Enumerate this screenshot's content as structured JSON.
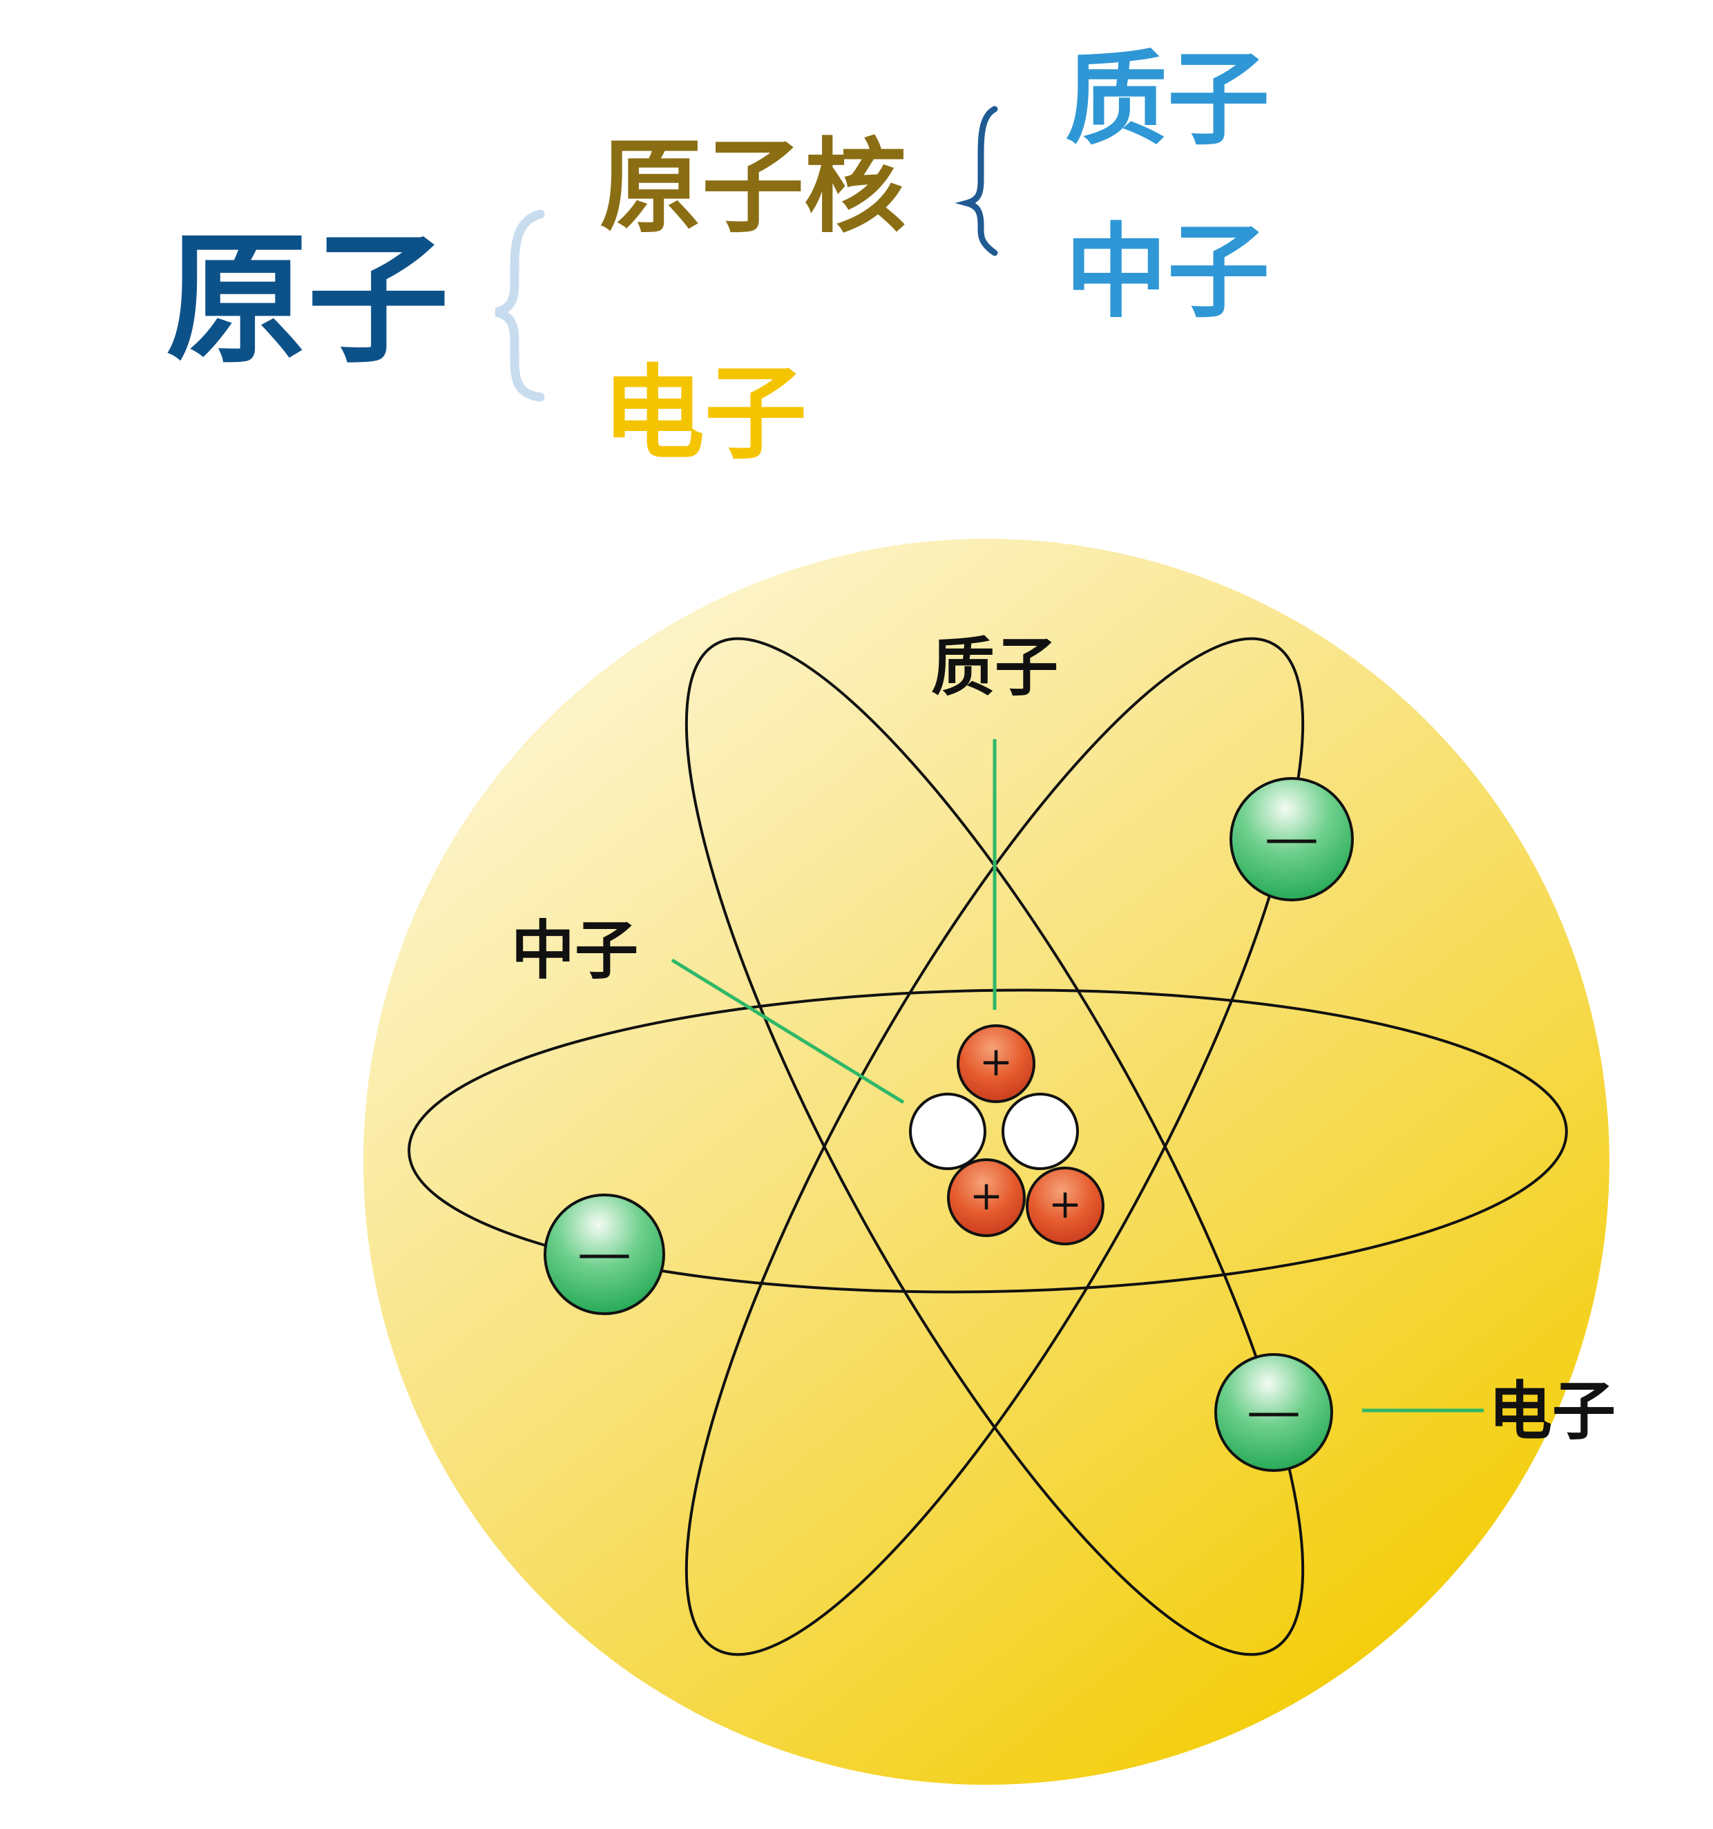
{
  "classification": {
    "root_label": "原子",
    "nucleus_label": "原子核",
    "proton_label": "质子",
    "neutron_label": "中子",
    "electron_label": "电子",
    "colors": {
      "root": "#0d5189",
      "nucleus": "#8b6e14",
      "particles": "#2f97d5",
      "electron": "#f5c400",
      "outer_brace": "#c8dcef",
      "inner_brace": "#1f5a93"
    }
  },
  "diagram": {
    "callouts": {
      "proton": "质子",
      "neutron": "中子",
      "electron": "电子"
    },
    "proton_sign": "+",
    "electron_sign": "—",
    "colors": {
      "sphere_light": "#fdf5cf",
      "sphere_dark": "#f3cf00",
      "proton_fill": "#e2502c",
      "neutron_fill": "#ffffff",
      "electron_fill": "#26b45c",
      "callout_line": "#2eb868",
      "orbit_stroke": "#111111"
    }
  }
}
